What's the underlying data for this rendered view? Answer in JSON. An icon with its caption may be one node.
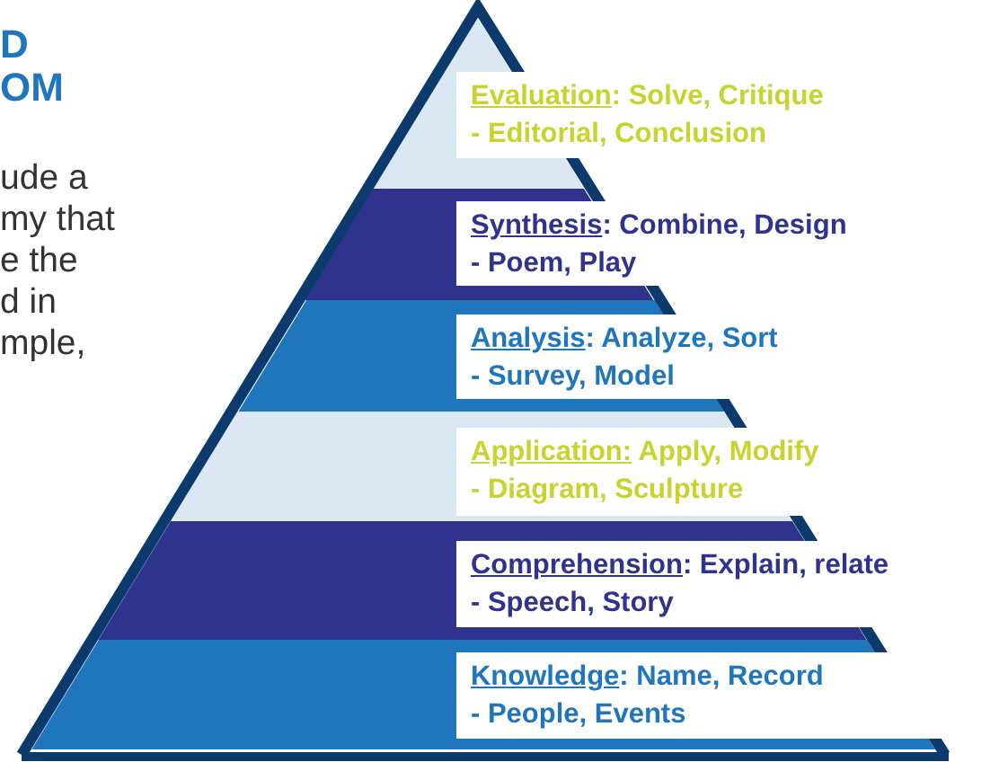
{
  "diagram": {
    "nodes": [
      {
        "text": [
          "Evaluation",
          ": Solve, Critique",
          "- Editorial, Conclusion"
        ]
      },
      {
        "text": [
          "Synthesis",
          ": Combine, Design",
          "- Poem, Play"
        ]
      },
      {
        "text": [
          "Analysis",
          ": Analyze, Sort",
          "- Survey, Model"
        ]
      },
      {
        "text": [
          "Application:",
          " Apply, Modify",
          "- Diagram, Sculpture"
        ]
      },
      {
        "text": [
          "Comprehension",
          ": Explain, relate",
          "- Speech, Story"
        ]
      },
      {
        "text": [
          "Knowledge",
          ": Name, Record",
          "- People, Events"
        ]
      }
    ],
    "labels": [
      "D",
      "OM",
      "ude a",
      "my that",
      "e the",
      "d in",
      "mple,"
    ]
  }
}
